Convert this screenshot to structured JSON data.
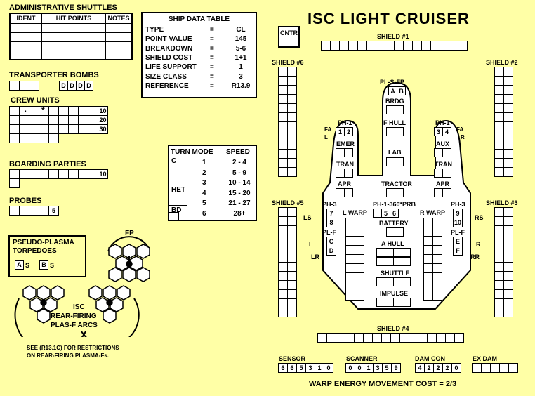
{
  "admin_shuttles": {
    "title": "ADMINISTRATIVE SHUTTLES",
    "headers": [
      "IDENT",
      "HIT POINTS",
      "NOTES"
    ]
  },
  "transporter_bombs": {
    "title": "TRANSPORTER BOMBS",
    "boxes": [
      "D",
      "D",
      "D",
      "D"
    ]
  },
  "crew_units": {
    "title": "CREW UNITS",
    "row_numbers": [
      "10",
      "20",
      "30"
    ],
    "marks": [
      ".",
      "*"
    ]
  },
  "boarding_parties": {
    "title": "BOARDING PARTIES",
    "count": "10"
  },
  "probes": {
    "title": "PROBES",
    "count": "5"
  },
  "pseudo_plasma": {
    "title": "PSEUDO-PLASMA\nTORPEDOES",
    "a_label": "A",
    "b_label": "B",
    "s": "S"
  },
  "arcs": {
    "fp_label": "FP",
    "isc_text": "ISC",
    "rear_text": "REAR-FIRING",
    "plas_text": "PLAS-F ARCS"
  },
  "note": {
    "line1": "SEE (R13.1C) FOR RESTRICTIONS",
    "line2": "ON REAR-FIRING PLASMA-Fs."
  },
  "ship_data": {
    "title": "SHIP DATA TABLE",
    "rows": [
      {
        "k": "TYPE",
        "eq": "=",
        "v": "CL"
      },
      {
        "k": "POINT VALUE",
        "eq": "=",
        "v": "145"
      },
      {
        "k": "BREAKDOWN",
        "eq": "=",
        "v": "5-6"
      },
      {
        "k": "SHIELD COST",
        "eq": "=",
        "v": "1+1"
      },
      {
        "k": "LIFE SUPPORT",
        "eq": "=",
        "v": "1"
      },
      {
        "k": "SIZE CLASS",
        "eq": "=",
        "v": "3"
      },
      {
        "k": "REFERENCE",
        "eq": "=",
        "v": "R13.9"
      }
    ]
  },
  "turn_mode": {
    "h1": "TURN MODE",
    "h2": "SPEED",
    "rows": [
      {
        "m": "C",
        "n": "1",
        "s": "2 - 4"
      },
      {
        "m": "",
        "n": "2",
        "s": "5 - 9"
      },
      {
        "m": "HET",
        "n": "3",
        "s": "10 - 14"
      },
      {
        "m": "",
        "n": "4",
        "s": "15 - 20"
      },
      {
        "m": "BD",
        "n": "5",
        "s": "21 - 27"
      },
      {
        "m": "",
        "n": "6",
        "s": "28+"
      }
    ]
  },
  "title": "ISC LIGHT CRUISER",
  "cntr": "CNTR",
  "shields": {
    "s1": "SHIELD #1",
    "s2": "SHIELD #2",
    "s3": "SHIELD #3",
    "s4": "SHIELD #4",
    "s5": "SHIELD #5",
    "s6": "SHIELD #6"
  },
  "ship": {
    "pl_s_fp": "PL-S-FP",
    "a": "A",
    "b": "B",
    "brdg": "BRDG",
    "ph1": "PH-1",
    "ph1_left_boxes": [
      "1",
      "2"
    ],
    "ph1_right_boxes": [
      "3",
      "4"
    ],
    "fa": "FA",
    "l": "L",
    "r": "R",
    "f_hull": "F HULL",
    "emer": "EMER",
    "aux": "AUX",
    "lab": "LAB",
    "tran": "TRAN",
    "apr": "APR",
    "tractor": "TRACTOR",
    "ph3": "PH-3",
    "ph1_360": "PH-1-360*PRB",
    "box5": "5",
    "box6": "6",
    "l_warp": "L WARP",
    "r_warp": "R WARP",
    "battery": "BATTERY",
    "box7": "7",
    "box8": "8",
    "box9": "9",
    "box10": "10",
    "plf": "PL-F",
    "c": "C",
    "d": "D",
    "e": "E",
    "f": "F",
    "a_hull": "A HULL",
    "shuttle": "SHUTTLE",
    "impulse": "IMPULSE",
    "ls": "LS",
    "rs": "RS",
    "lr": "LR",
    "rr": "RR"
  },
  "bottom": {
    "sensor": "SENSOR",
    "sensor_vals": [
      "6",
      "6",
      "5",
      "3",
      "1",
      "0"
    ],
    "scanner": "SCANNER",
    "scanner_vals": [
      "0",
      "0",
      "1",
      "3",
      "5",
      "9"
    ],
    "damcon": "DAM CON",
    "damcon_vals": [
      "4",
      "2",
      "2",
      "2",
      "0"
    ],
    "exdam": "EX DAM",
    "warp_cost": "WARP ENERGY MOVEMENT COST = 2/3"
  }
}
